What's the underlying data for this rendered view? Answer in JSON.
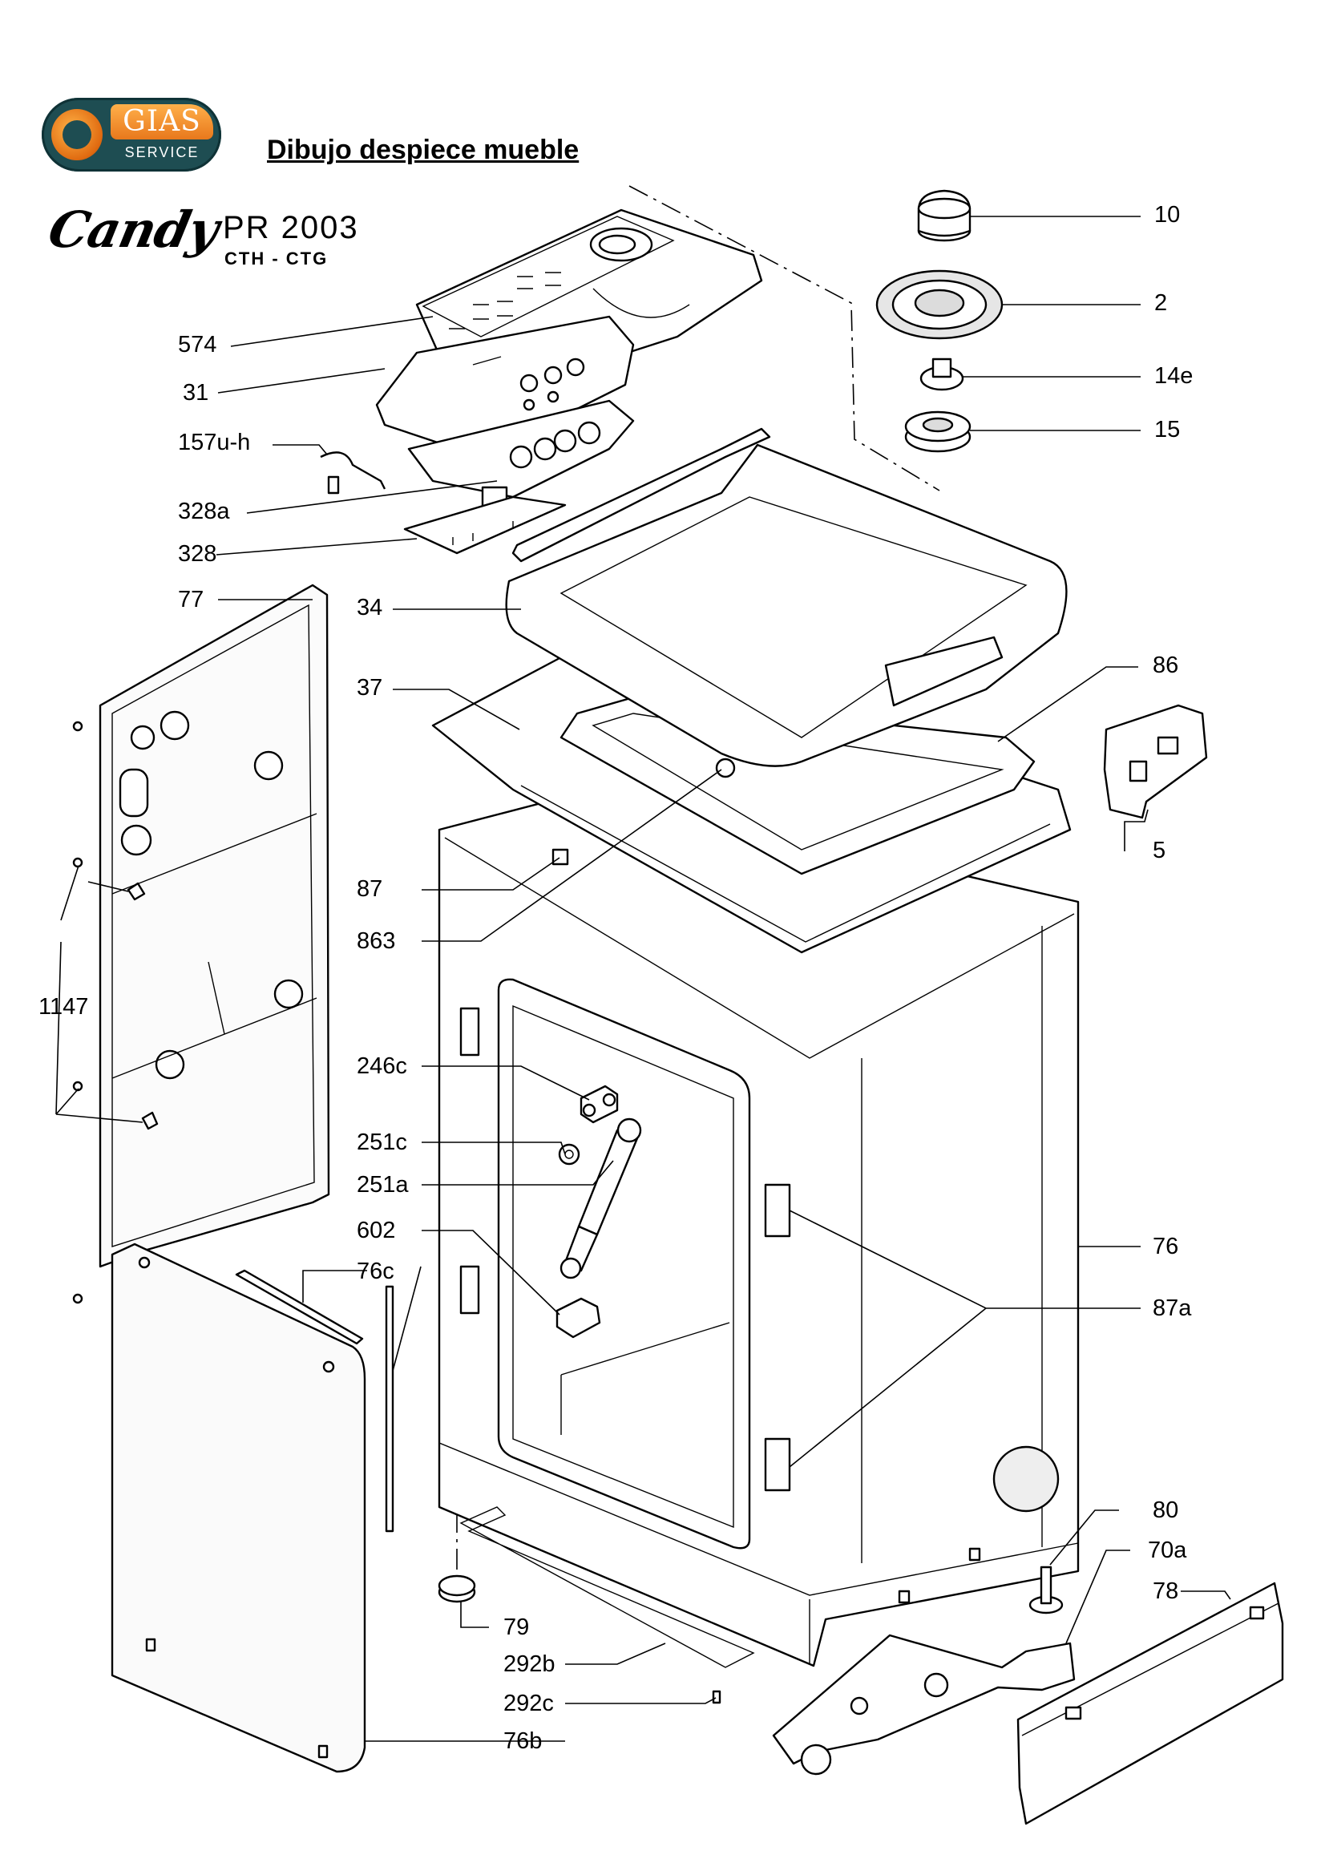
{
  "header": {
    "logo_text": "GIAS",
    "logo_subtext": "SERVICE",
    "title": "Dibujo despiece mueble",
    "brand": "Candy",
    "model": "PR 2003",
    "model_variants": "CTH - CTG"
  },
  "parts": [
    {
      "id": "10",
      "label": "10"
    },
    {
      "id": "2",
      "label": "2"
    },
    {
      "id": "14e",
      "label": "14e"
    },
    {
      "id": "15",
      "label": "15"
    },
    {
      "id": "574",
      "label": "574"
    },
    {
      "id": "31",
      "label": "31"
    },
    {
      "id": "157u-h",
      "label": "157u-h"
    },
    {
      "id": "328a",
      "label": "328a"
    },
    {
      "id": "328",
      "label": "328"
    },
    {
      "id": "77",
      "label": "77"
    },
    {
      "id": "34",
      "label": "34"
    },
    {
      "id": "86",
      "label": "86"
    },
    {
      "id": "37",
      "label": "37"
    },
    {
      "id": "5",
      "label": "5"
    },
    {
      "id": "87",
      "label": "87"
    },
    {
      "id": "863",
      "label": "863"
    },
    {
      "id": "1147",
      "label": "1147"
    },
    {
      "id": "246c",
      "label": "246c"
    },
    {
      "id": "251c",
      "label": "251c"
    },
    {
      "id": "251a",
      "label": "251a"
    },
    {
      "id": "602",
      "label": "602"
    },
    {
      "id": "76c",
      "label": "76c"
    },
    {
      "id": "76",
      "label": "76"
    },
    {
      "id": "87a",
      "label": "87a"
    },
    {
      "id": "80",
      "label": "80"
    },
    {
      "id": "70a",
      "label": "70a"
    },
    {
      "id": "78",
      "label": "78"
    },
    {
      "id": "79",
      "label": "79"
    },
    {
      "id": "292b",
      "label": "292b"
    },
    {
      "id": "292c",
      "label": "292c"
    },
    {
      "id": "76b",
      "label": "76b"
    }
  ]
}
